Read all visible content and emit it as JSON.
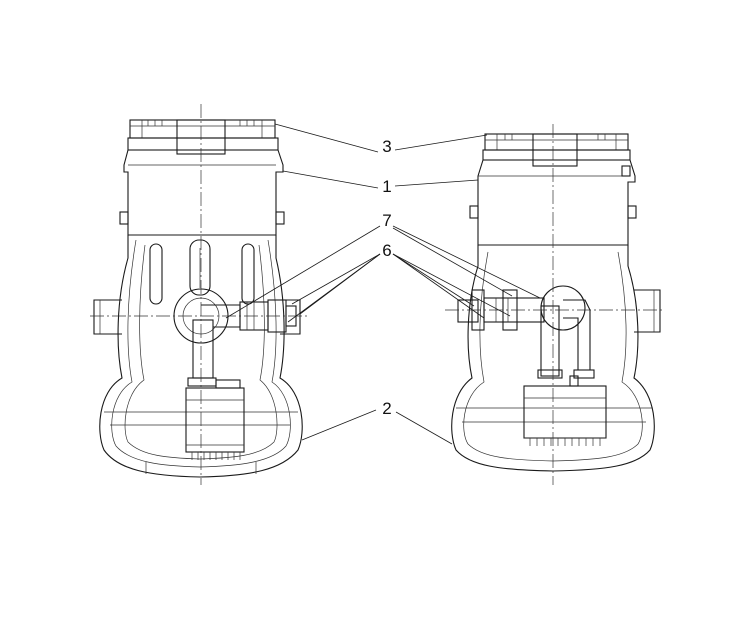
{
  "callouts": {
    "c1": "1",
    "c2": "2",
    "c3": "3",
    "c6": "6",
    "c7": "7"
  },
  "colors": {
    "line": "#1a1a1a",
    "background": "#ffffff"
  }
}
